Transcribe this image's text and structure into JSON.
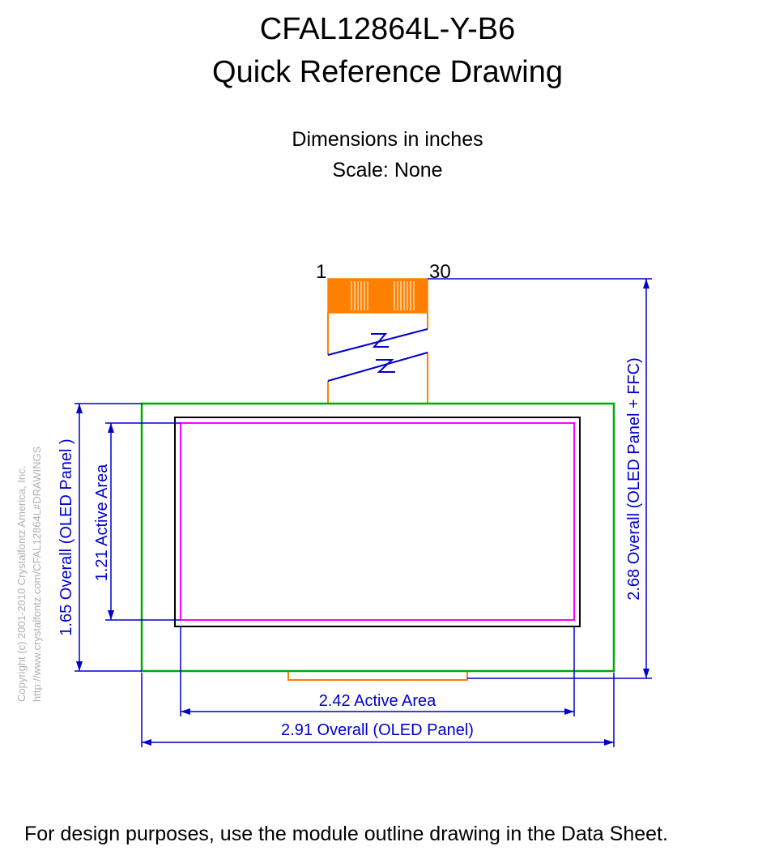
{
  "title": {
    "line1": "CFAL12864L-Y-B6",
    "line2": "Quick Reference Drawing"
  },
  "notes": {
    "units": "Dimensions in inches",
    "scale": "Scale: None"
  },
  "connector": {
    "pin_first": "1",
    "pin_last": "30"
  },
  "dimensions": {
    "overall_height_panel": "1.65 Overall (OLED Panel )",
    "active_height": "1.21 Active Area",
    "overall_height_with_ffc": "2.68 Overall (OLED Panel + FFC)",
    "active_width": "2.42 Active Area",
    "overall_width_panel": "2.91 Overall (OLED Panel)"
  },
  "copyright": {
    "line1": "Copyright (c) 2001-2010 Crystalfontz America, Inc.",
    "line2": "http://www.crystalfontz.com/CFAL12864L#DRAWINGS"
  },
  "footer": "For design purposes, use the module outline drawing in the Data Sheet.",
  "colors": {
    "panel_outline": "#00aa00",
    "display_outline": "#000000",
    "active_area": "#ff00ff",
    "ffc": "#ff8000",
    "dimension": "#0000cc",
    "copyright": "#b0b0b0"
  }
}
